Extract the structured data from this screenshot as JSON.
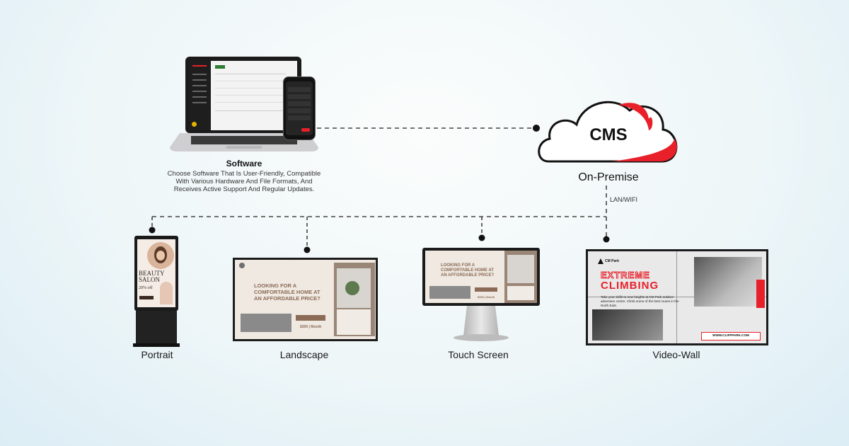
{
  "software": {
    "title": "Software",
    "description_lines": [
      "Choose Software That Is User-Friendly, Compatible",
      "With Various Hardware And File Formats, And",
      "Receives Active Support And Regular Updates."
    ]
  },
  "cms": {
    "label": "CMS",
    "caption": "On-Premise",
    "connection": "LAN/WIFI",
    "accent_color": "#e8202a"
  },
  "devices": [
    {
      "label": "Portrait"
    },
    {
      "label": "Landscape"
    },
    {
      "label": "Touch Screen"
    },
    {
      "label": "Video-Wall"
    }
  ],
  "portrait_screen": {
    "headline_1": "BEAUTY",
    "headline_2": "SALON",
    "offer": "20% off"
  },
  "landscape_screen": {
    "headline_lines": [
      "LOOKING FOR A",
      "COMFORTABLE HOME AT",
      "AN AFFORDABLE PRICE?"
    ],
    "price": "$300 | Month"
  },
  "videowall_screen": {
    "brand": "CM Park",
    "headline_1": "EXTREME",
    "headline_2": "CLIMBING",
    "body": "Take your skills to new heights at CM Park outdoor adventure centre. Climb some of the best routes in the North East.",
    "url": "WWW.CLIFFPARK.COM",
    "accent_color": "#e8202a"
  }
}
